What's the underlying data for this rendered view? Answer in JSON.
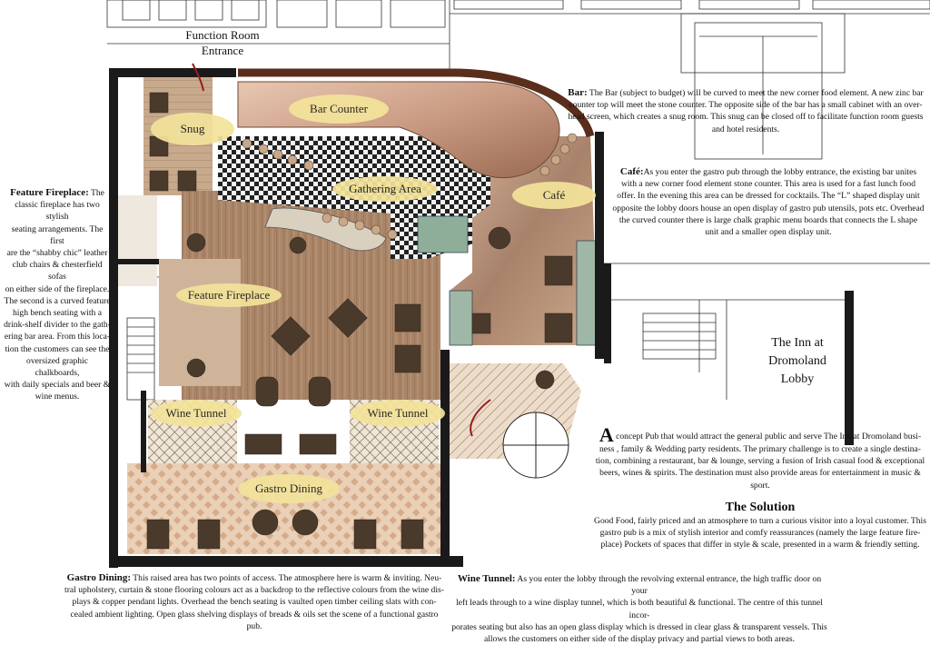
{
  "entrance_label": [
    "Function Room",
    "Entrance"
  ],
  "rooms": {
    "bar_counter": "Bar Counter",
    "snug": "Snug",
    "gathering_area": "Gathering Area",
    "cafe": "Café",
    "feature_fireplace": "Feature Fireplace",
    "wine_tunnel_left": "Wine Tunnel",
    "wine_tunnel_right": "Wine Tunnel",
    "gastro_dining": "Gastro Dining"
  },
  "lobby_label": [
    "The Inn at",
    "Dromoland",
    "Lobby"
  ],
  "notes": {
    "bar": {
      "heading": "Bar:",
      "lines": [
        "The Bar (subject to budget) will be curved to meet the  new corner food element. A new zinc bar",
        "counter top will meet the stone counter. The opposite side of the bar has a small cabinet with an over-",
        "head screen, which creates a snug room. This snug can be closed off to facilitate function room guests",
        "and hotel residents."
      ]
    },
    "cafe": {
      "heading": "Café:",
      "lines": [
        "As you enter the gastro pub through the lobby entrance, the existing bar unites",
        "with a new corner food element stone counter. This area is used for a fast lunch food",
        "offer. In the evening this area can be dressed for cocktails.  The “L” shaped display unit",
        "opposite the lobby doors house an open display of gastro pub utensils, pots etc. Overhead",
        "the curved counter there is large chalk graphic menu boards that connects the L shape",
        "unit and a smaller open display unit."
      ]
    },
    "fireplace": {
      "heading": "Feature Fireplace:",
      "lines": [
        "The",
        "classic fireplace has two stylish",
        "seating arrangements. The first",
        "are the “shabby chic” leather",
        "club chairs & chesterfield sofas",
        "on either side of the fireplace.",
        "The second is a curved feature",
        "high bench seating with a",
        "drink-shelf divider to the gath-",
        "ering bar area. From this loca-",
        "tion the customers can see the",
        "oversized graphic chalkboards,",
        "with daily specials and beer &",
        "wine menus."
      ]
    },
    "concept": {
      "dropcap": "A",
      "lines": [
        " concept Pub that would attract the general public and serve The Inn at Dromoland  busi-",
        "ness , family & Wedding party residents.  The primary challenge is to create a single destina-",
        "tion, combining a restaurant, bar & lounge, serving a fusion of Irish casual food & exceptional",
        "beers, wines & spirits. The destination must also provide areas for entertainment in music &",
        "sport."
      ]
    },
    "solution": {
      "heading": "The Solution",
      "lines": [
        "Good Food, fairly priced and an atmosphere to turn a curious visitor into a loyal customer. This",
        "gastro pub is a mix of stylish interior and comfy reassurances (namely the large feature fire-",
        "place) Pockets of spaces that differ in style & scale, presented in a warm & friendly setting."
      ]
    },
    "gastro_dining": {
      "heading": "Gastro Dining:",
      "lines": [
        " This raised area has two points of access. The atmosphere here is warm & inviting. Neu-",
        "tral upholstery, curtain & stone flooring colours act as a backdrop to the reflective colours from the wine dis-",
        "plays & copper pendant lights. Overhead the bench seating is vaulted open timber ceiling  slats with con-",
        "cealed ambient lighting. Open glass shelving displays of breads & oils set the scene of a functional gastro pub."
      ]
    },
    "wine_tunnel": {
      "heading": "Wine Tunnel:",
      "lines": [
        " As you enter the lobby through the revolving external entrance, the high traffic door on your",
        "left leads through to a wine display tunnel, which is both beautiful & functional. The centre of this tunnel incor-",
        "porates seating but also has an open glass display which is dressed in clear glass & transparent vessels. This",
        "allows the customers on either side of the display privacy and partial views to both areas."
      ]
    }
  },
  "colors": {
    "wall": "#1a1a1a",
    "floor_wood": "#b79476",
    "floor_light": "#e7dccd",
    "label_oval": "#f3e39a",
    "bar_counter": "#c99a82",
    "chair": "#4a3a2c",
    "tile_dark": "#222222"
  }
}
